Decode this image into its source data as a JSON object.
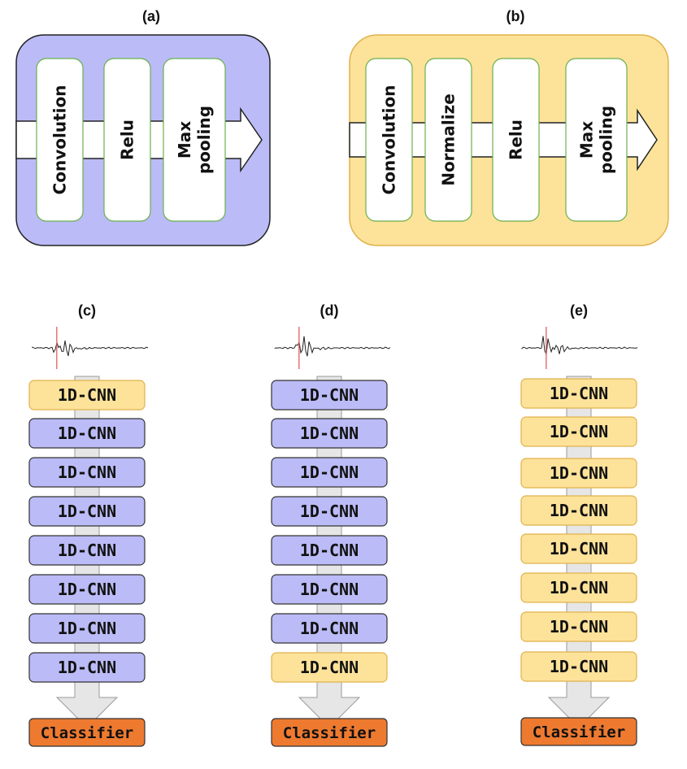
{
  "panels": {
    "a": {
      "label": "(a)",
      "fill": "#bbbbf7",
      "layers": [
        {
          "lines": [
            "Convolution"
          ]
        },
        {
          "lines": [
            "Relu"
          ]
        },
        {
          "lines": [
            "Max",
            "pooling"
          ]
        }
      ]
    },
    "b": {
      "label": "(b)",
      "fill": "#fde29a",
      "layers": [
        {
          "lines": [
            "Convolution"
          ]
        },
        {
          "lines": [
            "Normalize"
          ]
        },
        {
          "lines": [
            "Relu"
          ]
        },
        {
          "lines": [
            "Max",
            "pooling"
          ]
        }
      ]
    }
  },
  "columns": [
    {
      "label": "(c)",
      "blocks": [
        "1D-CNN",
        "1D-CNN",
        "1D-CNN",
        "1D-CNN",
        "1D-CNN",
        "1D-CNN",
        "1D-CNN",
        "1D-CNN"
      ],
      "types": [
        "b",
        "a",
        "a",
        "a",
        "a",
        "a",
        "a",
        "a"
      ],
      "classifier": "Classifier"
    },
    {
      "label": "(d)",
      "blocks": [
        "1D-CNN",
        "1D-CNN",
        "1D-CNN",
        "1D-CNN",
        "1D-CNN",
        "1D-CNN",
        "1D-CNN",
        "1D-CNN"
      ],
      "types": [
        "a",
        "a",
        "a",
        "a",
        "a",
        "a",
        "a",
        "b"
      ],
      "classifier": "Classifier"
    },
    {
      "label": "(e)",
      "blocks": [
        "1D-CNN",
        "1D-CNN",
        "1D-CNN",
        "1D-CNN",
        "1D-CNN",
        "1D-CNN",
        "1D-CNN",
        "1D-CNN"
      ],
      "types": [
        "b",
        "b",
        "b",
        "b",
        "b",
        "b",
        "b",
        "b"
      ],
      "classifier": "Classifier"
    }
  ],
  "colors": {
    "block_a": "#bbbbf7",
    "block_b": "#fde29a",
    "layer_border": "#6ab04c",
    "classifier": "#ee7a30",
    "arrow_fill": "#e6e6e6",
    "signal": "#222222",
    "signal_marker": "#e06060"
  }
}
